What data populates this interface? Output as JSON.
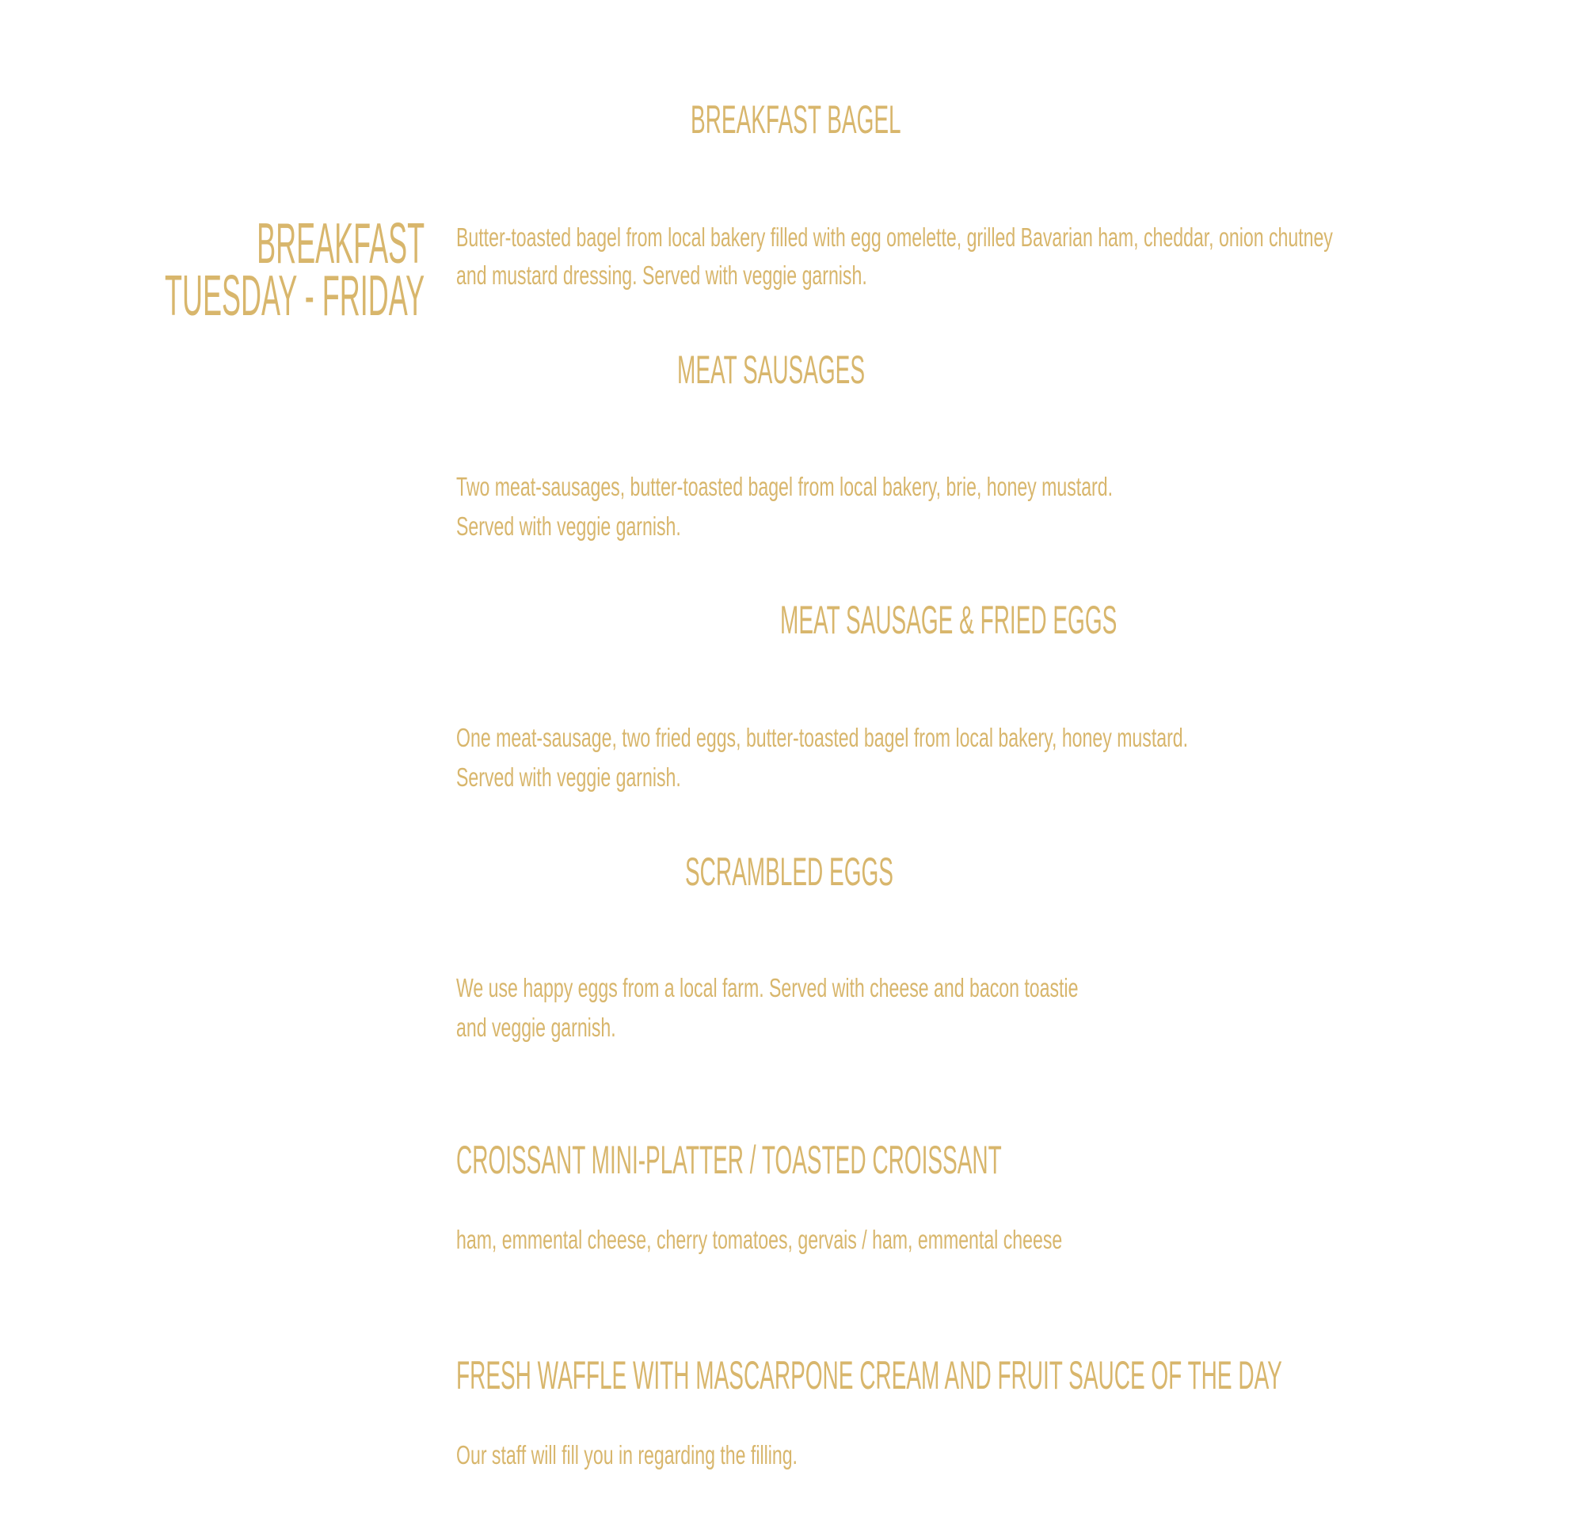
{
  "section": {
    "title_line1": "BREAKFAST",
    "title_line2": "TUESDAY - FRIDAY"
  },
  "items": [
    {
      "name": "BREAKFAST BAGEL",
      "desc": [
        "Butter-toasted bagel from local bakery filled with egg omelette, grilled Bavarian ham, cheddar, onion chutney",
        "and mustard dressing. Served with veggie garnish."
      ]
    },
    {
      "name": "MEAT SAUSAGES",
      "desc": [
        "Two meat-sausages, butter-toasted bagel from local bakery, brie, honey mustard.",
        "Served with veggie garnish."
      ]
    },
    {
      "name": "MEAT SAUSAGE & FRIED EGGS",
      "desc": [
        "One meat-sausage, two fried eggs, butter-toasted bagel from local bakery, honey mustard.",
        "Served with veggie garnish."
      ]
    },
    {
      "name": "SCRAMBLED EGGS",
      "desc": [
        "We use happy eggs from a local farm. Served with cheese and bacon toastie",
        "and veggie garnish."
      ]
    },
    {
      "name": "CROISSANT MINI-PLATTER / TOASTED CROISSANT",
      "desc": [
        "ham, emmental cheese, cherry tomatoes, gervais / ham, emmental cheese"
      ]
    },
    {
      "name": "FRESH WAFFLE WITH MASCARPONE CREAM AND FRUIT SAUCE OF THE DAY",
      "desc": [
        "Our staff will fill you in regarding the filling."
      ]
    }
  ]
}
